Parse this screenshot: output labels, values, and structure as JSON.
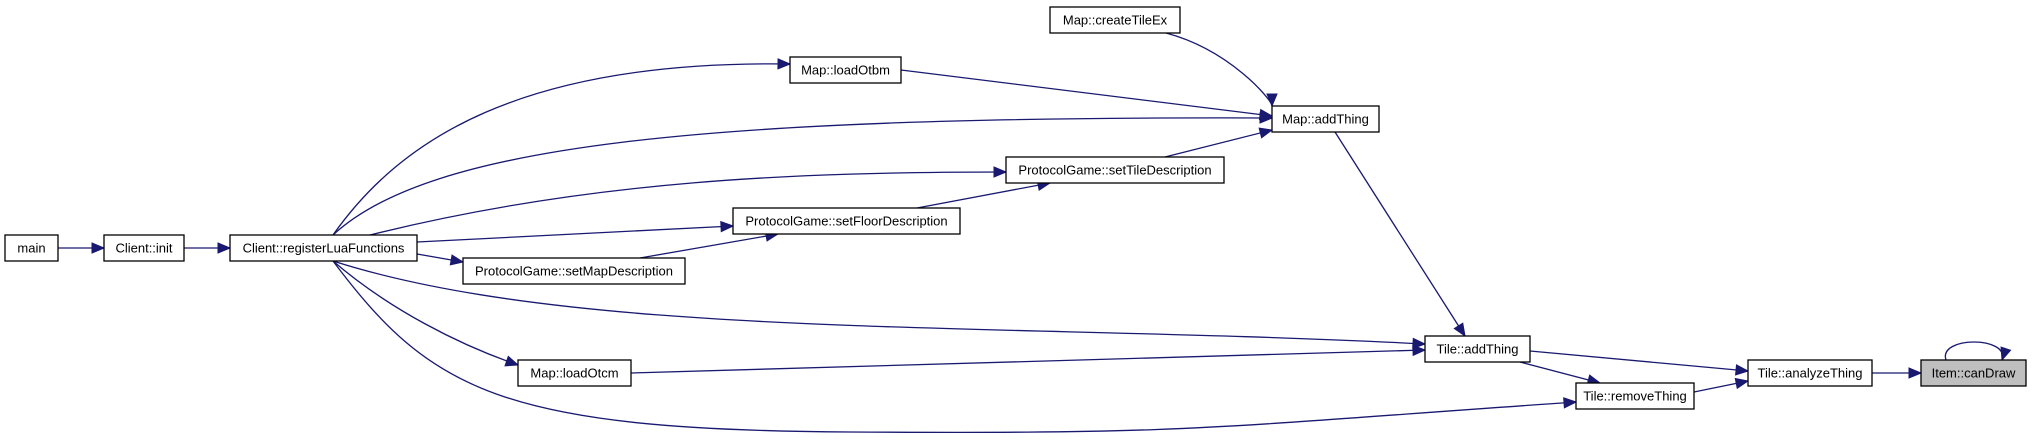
{
  "graph": {
    "kind": "caller-graph",
    "nodes": [
      {
        "id": "main",
        "label": "main"
      },
      {
        "id": "client_init",
        "label": "Client::init"
      },
      {
        "id": "register",
        "label": "Client::registerLuaFunctions"
      },
      {
        "id": "map_create",
        "label": "Map::createTileEx"
      },
      {
        "id": "map_loadotbm",
        "label": "Map::loadOtbm"
      },
      {
        "id": "map_addthing",
        "label": "Map::addThing"
      },
      {
        "id": "pg_settile",
        "label": "ProtocolGame::setTileDescription"
      },
      {
        "id": "pg_setfloor",
        "label": "ProtocolGame::setFloorDescription"
      },
      {
        "id": "pg_setmap",
        "label": "ProtocolGame::setMapDescription"
      },
      {
        "id": "map_loadotcm",
        "label": "Map::loadOtcm"
      },
      {
        "id": "tile_addthing",
        "label": "Tile::addThing"
      },
      {
        "id": "tile_remove",
        "label": "Tile::removeThing"
      },
      {
        "id": "tile_analyze",
        "label": "Tile::analyzeThing"
      },
      {
        "id": "item_candraw",
        "label": "Item::canDraw",
        "highlight": true
      }
    ],
    "edges": [
      {
        "from": "main",
        "to": "client_init"
      },
      {
        "from": "client_init",
        "to": "register"
      },
      {
        "from": "register",
        "to": "map_loadotbm"
      },
      {
        "from": "register",
        "to": "map_addthing"
      },
      {
        "from": "register",
        "to": "pg_settile"
      },
      {
        "from": "register",
        "to": "pg_setfloor"
      },
      {
        "from": "register",
        "to": "pg_setmap"
      },
      {
        "from": "register",
        "to": "map_loadotcm"
      },
      {
        "from": "register",
        "to": "tile_addthing"
      },
      {
        "from": "register",
        "to": "tile_remove"
      },
      {
        "from": "map_create",
        "to": "map_addthing"
      },
      {
        "from": "map_loadotbm",
        "to": "map_addthing"
      },
      {
        "from": "pg_settile",
        "to": "map_addthing"
      },
      {
        "from": "pg_setfloor",
        "to": "pg_settile"
      },
      {
        "from": "pg_setmap",
        "to": "pg_setfloor"
      },
      {
        "from": "map_addthing",
        "to": "tile_addthing"
      },
      {
        "from": "map_loadotcm",
        "to": "tile_addthing"
      },
      {
        "from": "tile_addthing",
        "to": "tile_analyze"
      },
      {
        "from": "tile_addthing",
        "to": "tile_remove"
      },
      {
        "from": "tile_remove",
        "to": "tile_analyze"
      },
      {
        "from": "tile_analyze",
        "to": "item_candraw"
      },
      {
        "from": "item_candraw",
        "to": "item_candraw"
      }
    ]
  },
  "colors": {
    "edge": "#191970",
    "highlight_fill": "#bfbfbf",
    "node_border": "#000000",
    "background": "#ffffff"
  }
}
